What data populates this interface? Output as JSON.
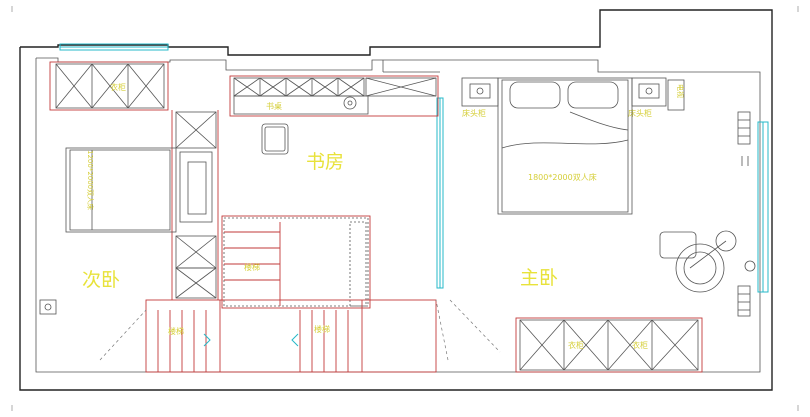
{
  "rooms": {
    "study": "书房",
    "second_bedroom": "次卧",
    "master_bedroom": "主卧"
  },
  "labels": {
    "wardrobe_left": "衣柜",
    "desk": "书桌",
    "bed_left": "1200*2000双人床",
    "stairs_top": "楼梯",
    "stairs_left": "楼梯",
    "stairs_right": "楼梯",
    "nightstand_left": "床头柜",
    "nightstand_right": "床头柜",
    "bed_master": "1800*2000双人床",
    "wardrobe_master_a": "衣柜",
    "wardrobe_master_b": "衣柜",
    "tv_unit": "电视"
  },
  "colors": {
    "wall": "#222222",
    "label": "#d6cf3a",
    "room_label": "#e8e23a",
    "window": "#25b8c8",
    "stair": "#c23a3a"
  }
}
